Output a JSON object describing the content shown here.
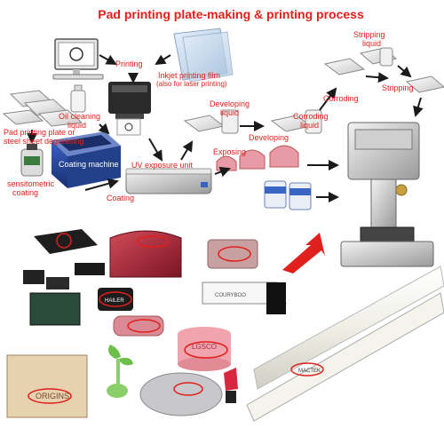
{
  "title": "Pad printing plate-making & printing process",
  "labels": {
    "printing": "Printing",
    "inkjet_film": "Inkjet printing film",
    "inkjet_film_note": "(also for laser printing)",
    "oil_cleaning": "Oil cleaning",
    "oil_cleaning2": "liquid",
    "degreasing1": "Pad printing plate or",
    "degreasing2": "steel sheet degreasing",
    "coating_machine": "Coating machine",
    "sensitometric1": "sensitometric",
    "sensitometric2": "coating",
    "coating": "Coating",
    "uv_exposure": "UV exposure unit",
    "exposing": "Exposing",
    "developing_liquid1": "Developing",
    "developing_liquid2": "liquid",
    "developing": "Developing",
    "corroding_liquid1": "Corroding",
    "corroding_liquid2": "liquid",
    "corroding": "Corroding",
    "stripping_liquid1": "Stripping",
    "stripping_liquid2": "liquid",
    "stripping": "Stripping"
  },
  "sample_texts": {
    "origins": "ORIGINS",
    "lgsco": "LGSCO",
    "hailer": "HAILER",
    "couryboo": "COURYBOO",
    "mactek": "MACTEK"
  },
  "colors": {
    "label_red": "#e0201c",
    "arrow": "#1a1a1a",
    "big_arrow": "#e0201c"
  }
}
